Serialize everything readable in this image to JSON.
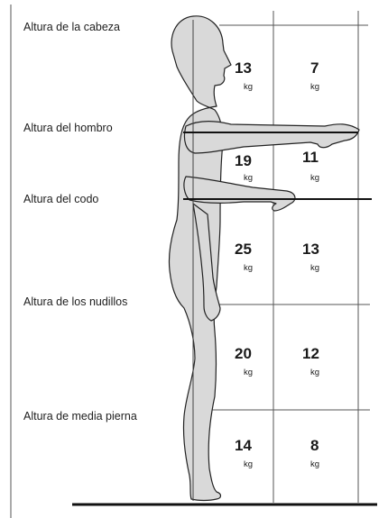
{
  "height_levels": [
    {
      "label": "Altura de la cabeza"
    },
    {
      "label": "Altura del hombro"
    },
    {
      "label": "Altura del codo"
    },
    {
      "label": "Altura de los nudillos"
    },
    {
      "label": "Altura de media pierna"
    }
  ],
  "weight_zones": [
    {
      "near": "13",
      "far": "7"
    },
    {
      "near": "19",
      "far": "11"
    },
    {
      "near": "25",
      "far": "13"
    },
    {
      "near": "20",
      "far": "12"
    },
    {
      "near": "14",
      "far": "8"
    }
  ],
  "unit": "kg",
  "colors": {
    "figure_fill": "#d9d9d9",
    "line": "#222222",
    "grid": "#555555"
  }
}
